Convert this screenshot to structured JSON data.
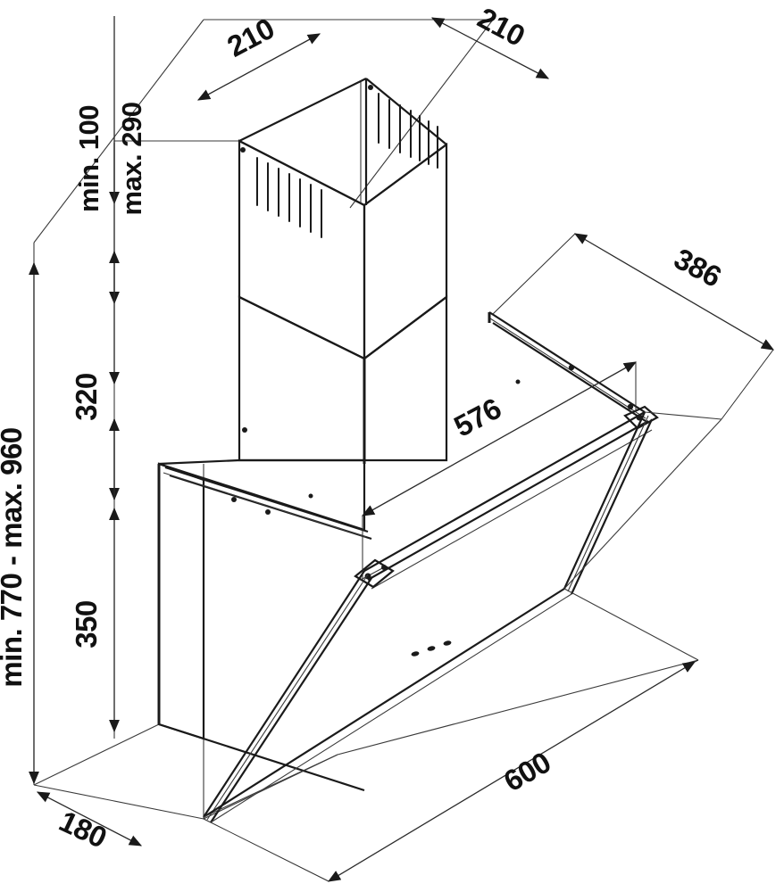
{
  "drawing": {
    "title": "Inclined glass cooker hood - installation dimensions",
    "units": "mm",
    "background_color": "#ffffff",
    "line_color": "#1a1a1a",
    "dimensions": {
      "chimney_depth_left": "210",
      "chimney_width_right": "210",
      "clearance_min": "min. 100",
      "clearance_max": "max. 290",
      "total_height_range": "min. 770 - max. 960",
      "chimney_height": "320",
      "body_height": "350",
      "body_depth": "180",
      "hood_depth_overall": "386",
      "body_width_inner": "576",
      "hood_width_overall": "600"
    },
    "labels": [
      {
        "id": "clearance-min",
        "text": "min. 100",
        "orientation": "vertical",
        "size": "sz-mid"
      },
      {
        "id": "clearance-max",
        "text": "max. 290",
        "orientation": "vertical",
        "size": "sz-mid"
      },
      {
        "id": "chimney-depth-l",
        "text": "210",
        "orientation": "tilted",
        "size": "sz-big"
      },
      {
        "id": "chimney-depth-r",
        "text": "210",
        "orientation": "tilted",
        "size": "sz-big"
      },
      {
        "id": "total-height",
        "text": "min. 770 - max. 960",
        "orientation": "vertical",
        "size": "sz-big"
      },
      {
        "id": "chimney-height",
        "text": "320",
        "orientation": "vertical",
        "size": "sz-big"
      },
      {
        "id": "body-height",
        "text": "350",
        "orientation": "vertical",
        "size": "sz-big"
      },
      {
        "id": "body-depth",
        "text": "180",
        "orientation": "tilted",
        "size": "sz-big"
      },
      {
        "id": "hood-depth",
        "text": "386",
        "orientation": "tilted",
        "size": "sz-big"
      },
      {
        "id": "body-width",
        "text": "576",
        "orientation": "tilted",
        "size": "sz-big"
      },
      {
        "id": "hood-width",
        "text": "600",
        "orientation": "tilted",
        "size": "sz-big"
      }
    ],
    "components": {
      "chimney_upper": "upper telescopic chimney duct with ventilation slots",
      "chimney_lower": "lower chimney section",
      "hood_body": "main hood body box",
      "glass_panel": "inclined tempered glass front panel",
      "control_panel": "control panel indicator dots",
      "wall_plane": "wall reference plane"
    }
  }
}
